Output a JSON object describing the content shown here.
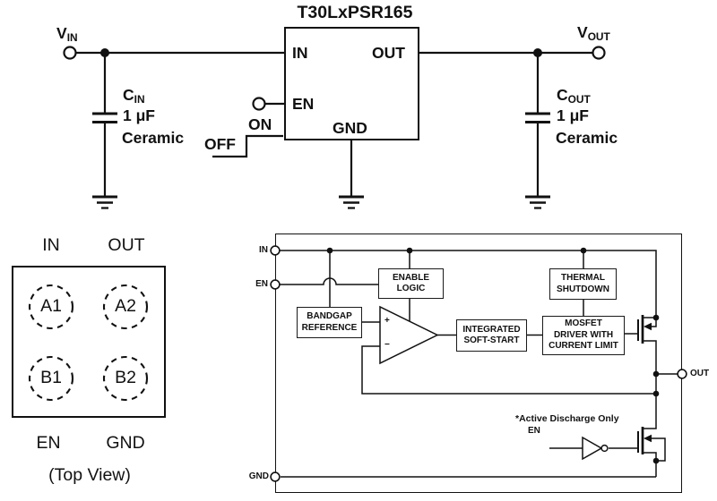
{
  "schematic": {
    "title": "T30LxPSR165",
    "vin_label": {
      "base": "V",
      "sub": "IN"
    },
    "vout_label": {
      "base": "V",
      "sub": "OUT"
    },
    "input_cap": {
      "name": "C",
      "sub": "IN",
      "value": "1 μF",
      "dielectric": "Ceramic"
    },
    "output_cap": {
      "name": "C",
      "sub": "OUT",
      "value": "1 μF",
      "dielectric": "Ceramic"
    },
    "ic_pins": {
      "in": "IN",
      "out": "OUT",
      "en": "EN",
      "gnd": "GND"
    },
    "enable_waveform": {
      "on": "ON",
      "off": "OFF"
    }
  },
  "pinout": {
    "top_row": [
      "IN",
      "OUT"
    ],
    "balls": [
      "A1",
      "A2",
      "B1",
      "B2"
    ],
    "bottom_row": [
      "EN",
      "GND"
    ],
    "caption": "(Top View)"
  },
  "block_diagram": {
    "pins": {
      "in": "IN",
      "en": "EN",
      "gnd": "GND",
      "out": "OUT"
    },
    "blocks": {
      "enable_logic": [
        "ENABLE",
        "LOGIC"
      ],
      "thermal_shutdown": [
        "THERMAL",
        "SHUTDOWN"
      ],
      "bandgap_reference": [
        "BANDGAP",
        "REFERENCE"
      ],
      "integrated_soft_start": [
        "INTEGRATED",
        "SOFT-START"
      ],
      "mosfet_driver": [
        "MOSFET",
        "DRIVER WITH",
        "CURRENT LIMIT"
      ]
    },
    "error_amp": {
      "plus": "+",
      "minus": "−"
    },
    "discharge_note": "*Active Discharge Only",
    "discharge_en_label": "EN"
  },
  "colors": {
    "line": "#111111",
    "background": "#ffffff"
  }
}
